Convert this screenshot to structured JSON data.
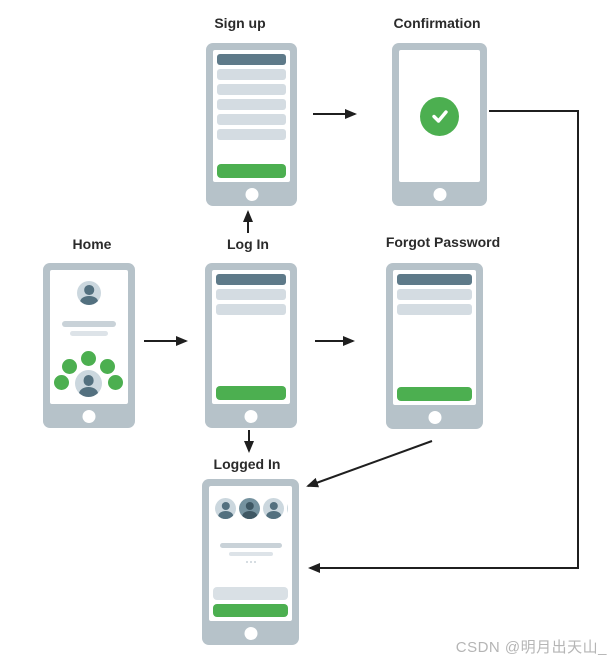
{
  "diagram": {
    "screens": {
      "signup": {
        "label": "Sign up"
      },
      "confirmation": {
        "label": "Confirmation"
      },
      "home": {
        "label": "Home"
      },
      "login": {
        "label": "Log In"
      },
      "forgot_password": {
        "label": "Forgot Password"
      },
      "logged_in": {
        "label": "Logged In"
      }
    },
    "connections": [
      {
        "from": "Sign up",
        "to": "Confirmation"
      },
      {
        "from": "Log In",
        "to": "Sign up"
      },
      {
        "from": "Home",
        "to": "Log In"
      },
      {
        "from": "Log In",
        "to": "Forgot Password"
      },
      {
        "from": "Log In",
        "to": "Logged In"
      },
      {
        "from": "Confirmation",
        "to": "Logged In"
      },
      {
        "from": "Forgot Password",
        "to": "Logged In"
      }
    ],
    "colors": {
      "phone_frame": "#b6c2c9",
      "screen": "#ffffff",
      "header_bar": "#5e7a89",
      "placeholder_bar": "#d4dce2",
      "accent_green": "#4caf50",
      "arrow": "#1f1f1f",
      "label_text": "#2b2b2b",
      "watermark_text": "#b5b5b5"
    }
  },
  "watermark": {
    "text": "CSDN @明月出天山_"
  }
}
